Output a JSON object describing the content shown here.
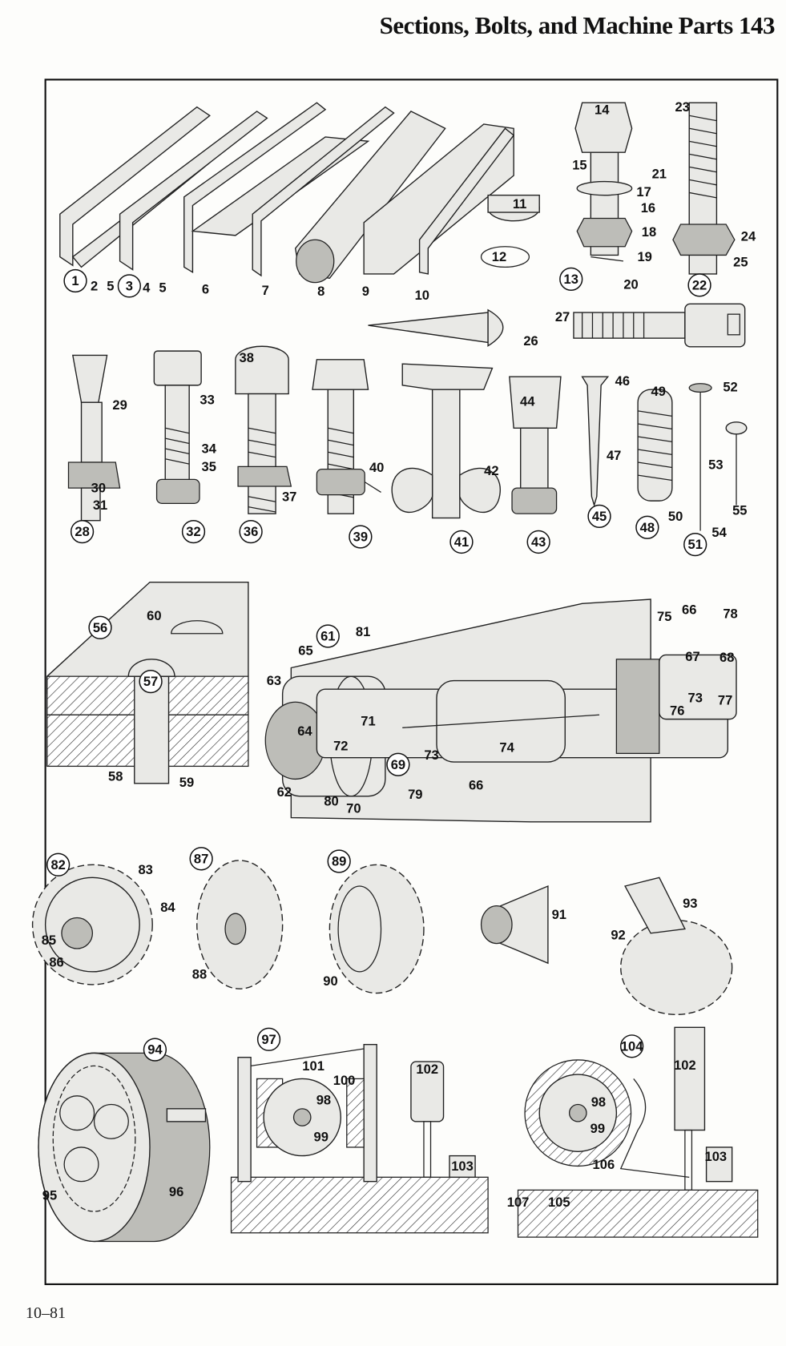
{
  "header": {
    "title": "Sections, Bolts, and Machine Parts  143"
  },
  "footer": {
    "code": "10–81"
  },
  "labels": [
    "1",
    "2",
    "5",
    "3",
    "4",
    "5",
    "6",
    "7",
    "8",
    "9",
    "10",
    "11",
    "12",
    "13",
    "14",
    "15",
    "21",
    "17",
    "16",
    "18",
    "19",
    "20",
    "22",
    "23",
    "24",
    "25",
    "26",
    "27",
    "28",
    "29",
    "30",
    "31",
    "32",
    "33",
    "34",
    "35",
    "36",
    "37",
    "38",
    "39",
    "40",
    "41",
    "42",
    "43",
    "44",
    "45",
    "46",
    "47",
    "48",
    "49",
    "50",
    "51",
    "52",
    "53",
    "54",
    "55",
    "56",
    "57",
    "58",
    "59",
    "60",
    "61",
    "62",
    "63",
    "64",
    "65",
    "66",
    "66",
    "67",
    "68",
    "69",
    "70",
    "71",
    "72",
    "73",
    "73",
    "74",
    "75",
    "76",
    "77",
    "78",
    "79",
    "80",
    "81",
    "82",
    "83",
    "84",
    "85",
    "86",
    "87",
    "88",
    "89",
    "90",
    "91",
    "92",
    "93",
    "94",
    "95",
    "96",
    "97",
    "98",
    "99",
    "100",
    "101",
    "102",
    "103",
    "104",
    "98",
    "99",
    "102",
    "103",
    "105",
    "106",
    "107"
  ]
}
